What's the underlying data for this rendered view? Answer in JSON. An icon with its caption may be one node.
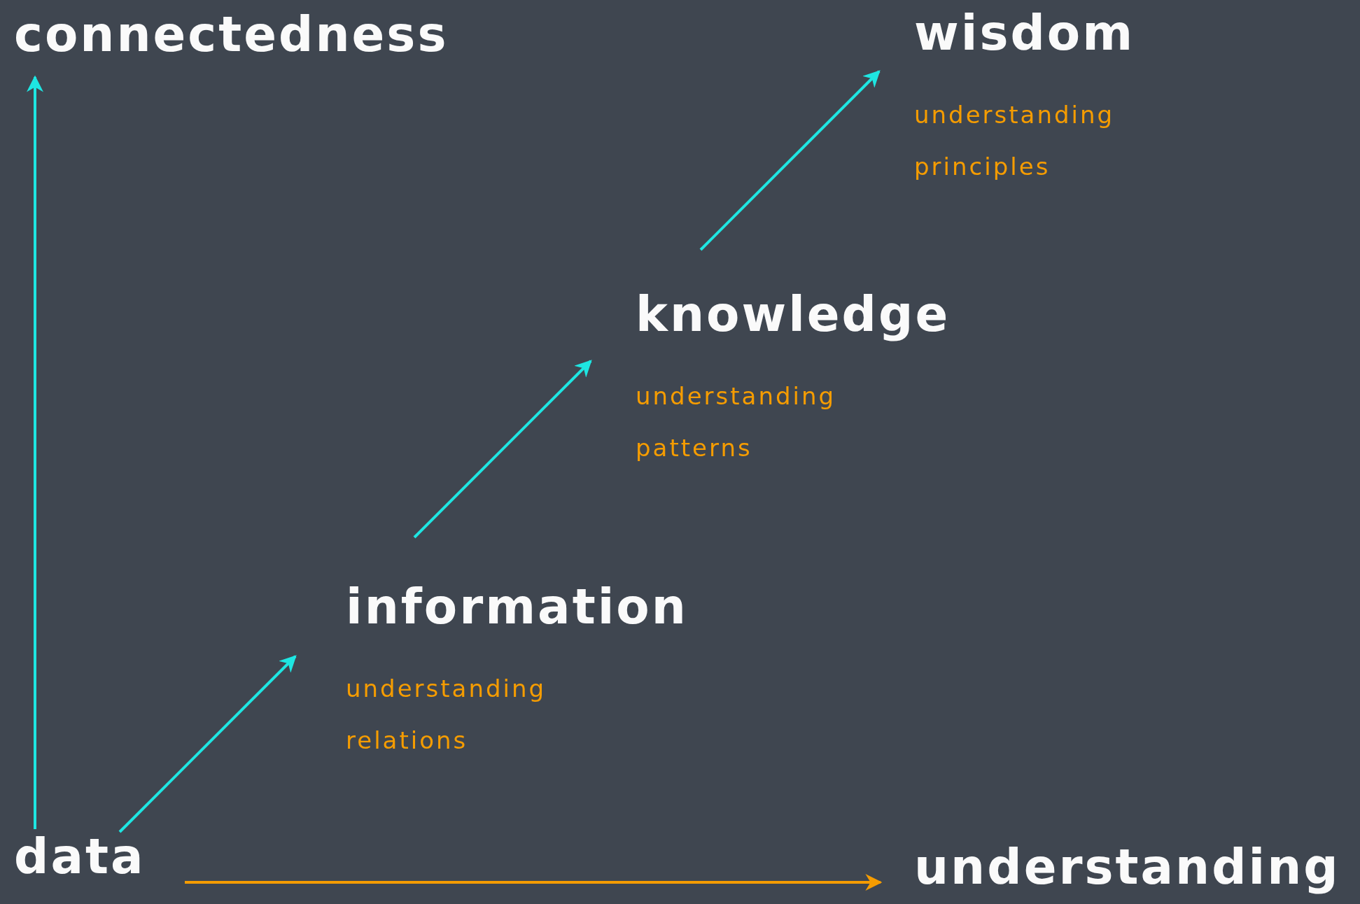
{
  "diagram": {
    "nodes": [
      {
        "text": [
          "connectedness"
        ]
      },
      {
        "text": [
          "wisdom",
          "understanding principles"
        ]
      },
      {
        "text": [
          "knowledge",
          "understanding patterns"
        ]
      },
      {
        "text": [
          "information",
          "understanding relations"
        ]
      },
      {
        "text": [
          "data"
        ]
      },
      {
        "text": [
          "understanding"
        ]
      }
    ],
    "edges": [
      {
        "from": 4,
        "to": 0,
        "arrow": "to"
      },
      {
        "from": 4,
        "to": 3,
        "arrow": "to"
      },
      {
        "from": 3,
        "to": 2,
        "arrow": "to"
      },
      {
        "from": 2,
        "to": 1,
        "arrow": "to"
      },
      {
        "from": 4,
        "to": 5,
        "arrow": "to",
        "color": "#f59c00"
      }
    ]
  }
}
